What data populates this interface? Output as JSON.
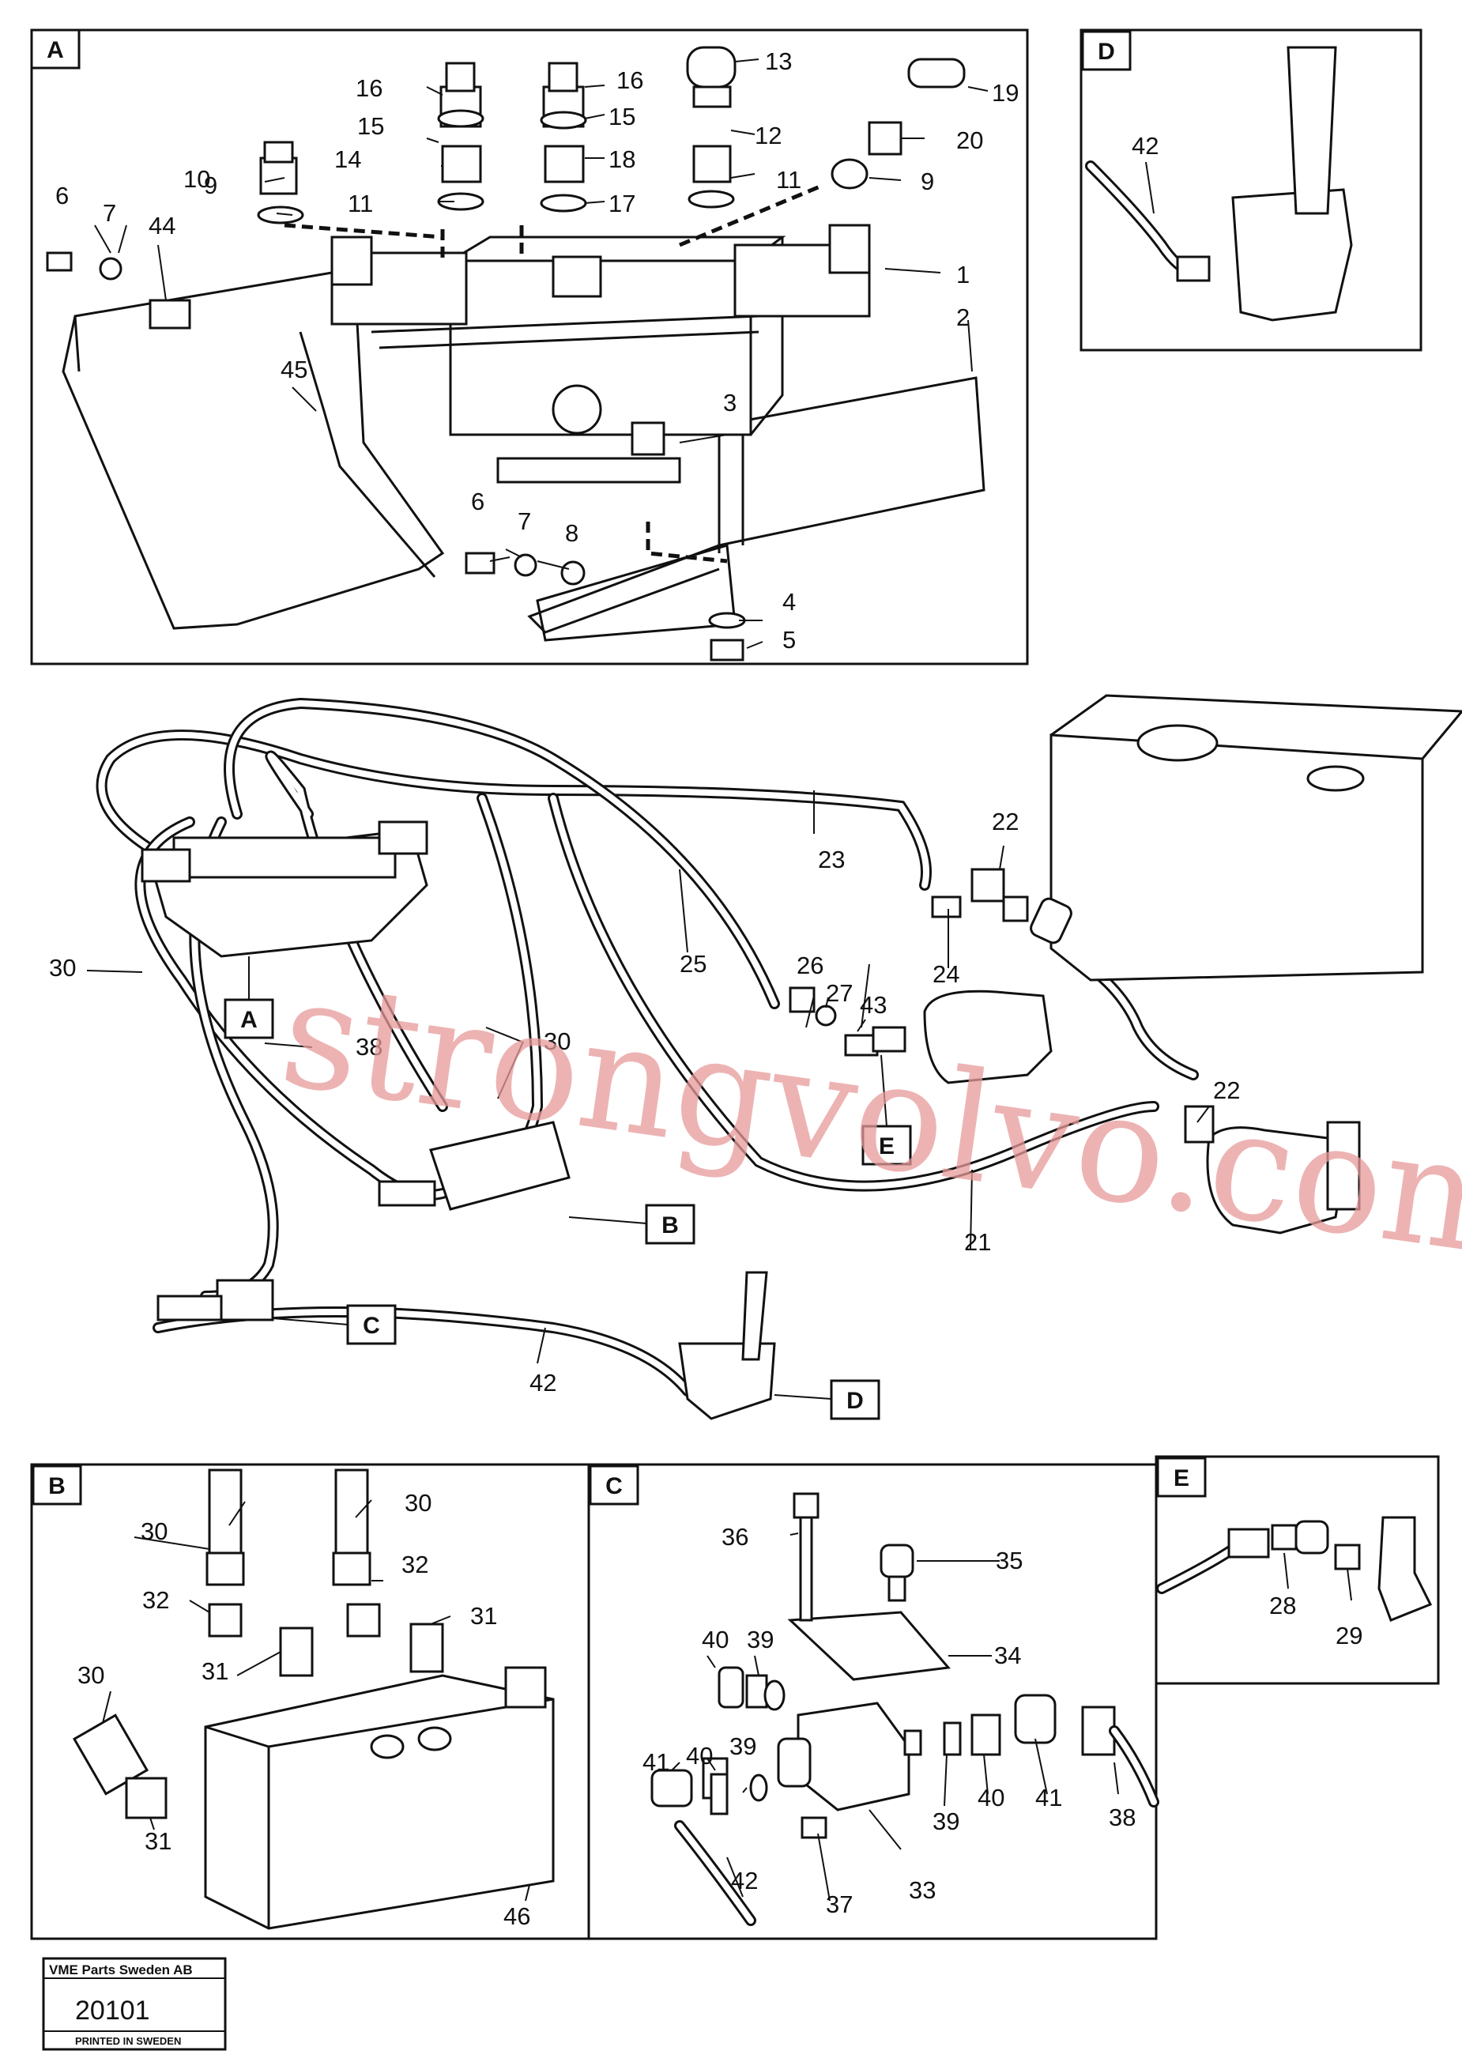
{
  "panels": {
    "A": {
      "letter": "A",
      "labels": [
        "1",
        "2",
        "3",
        "4",
        "5",
        "6",
        "7",
        "8",
        "9",
        "10",
        "11",
        "12",
        "13",
        "14",
        "15",
        "16",
        "17",
        "18",
        "19",
        "20",
        "44",
        "45",
        "6",
        "7",
        "9",
        "11",
        "15",
        "16"
      ]
    },
    "D": {
      "letter": "D",
      "labels": [
        "42"
      ]
    },
    "B": {
      "letter": "B",
      "labels": [
        "30",
        "30",
        "30",
        "31",
        "31",
        "31",
        "32",
        "32",
        "46"
      ]
    },
    "C": {
      "letter": "C",
      "labels": [
        "33",
        "34",
        "35",
        "36",
        "37",
        "38",
        "39",
        "39",
        "39",
        "40",
        "40",
        "40",
        "41",
        "41",
        "42"
      ]
    },
    "E": {
      "letter": "E",
      "labels": [
        "28",
        "29"
      ]
    }
  },
  "overview": {
    "labels": [
      "21",
      "22",
      "22",
      "23",
      "24",
      "25",
      "26",
      "27",
      "30",
      "30",
      "38",
      "42",
      "43"
    ],
    "callouts": [
      "A",
      "B",
      "C",
      "D",
      "E"
    ]
  },
  "watermark": "strongvolvo.com",
  "stamp": {
    "company": "VME Parts Sweden AB",
    "number": "20101",
    "footer": "PRINTED IN SWEDEN"
  }
}
